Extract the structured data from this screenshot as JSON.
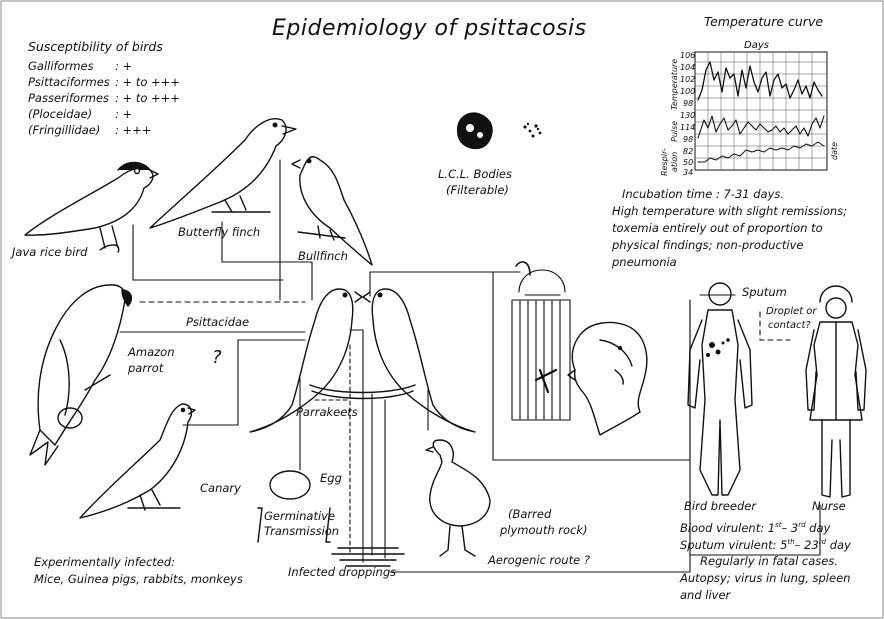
{
  "title": "Epidemiology of psittacosis",
  "susceptibility": {
    "heading": "Susceptibility of birds",
    "rows": [
      {
        "order": "Galliformes",
        "value": ": +"
      },
      {
        "order": "Psittaciformes",
        "value": ": + to +++"
      },
      {
        "order": "Passeriformes",
        "value": ": + to +++"
      },
      {
        "order": "(Ploceidae)",
        "value": ": +"
      },
      {
        "order": "(Fringillidae)",
        "value": ": +++"
      }
    ]
  },
  "birds": {
    "java": "Java rice bird",
    "butterfly": "Butterfly finch",
    "bullfinch": "Bullfinch",
    "psittacidae": "Psittacidae",
    "amazon_1": "Amazon",
    "amazon_2": "parrot",
    "question": "?",
    "parrakeets": "Parrakeets",
    "canary": "Canary",
    "egg": "Egg",
    "germ_1": "Germinative",
    "germ_2": "Transmission",
    "barred_1": "(Barred",
    "barred_2": "plymouth rock)",
    "aerogenic": "Aerogenic route ?",
    "droppings": "Infected droppings"
  },
  "experimental": {
    "line1": "Experimentally infected:",
    "line2": "Mice, Guinea pigs, rabbits, monkeys"
  },
  "lcl": {
    "line1": "L.C.L. Bodies",
    "line2": "(Filterable)"
  },
  "temperature": {
    "title": "Temperature curve",
    "days_label": "Days",
    "axis_temperature": "Temperature",
    "axis_pulse": "Pulse",
    "axis_respiration_1": "Respir-",
    "axis_respiration_2": "ation",
    "ticks": [
      "106",
      "104",
      "102",
      "100",
      "98",
      "130",
      "114",
      "98",
      "82",
      "50",
      "34"
    ],
    "side_label": "date"
  },
  "clinical": [
    "Incubation time : 7-31 days.",
    "High temperature with slight remissions;",
    "toxemia entirely out of proportion to",
    "physical findings; non-productive",
    "pneumonia"
  ],
  "humans": {
    "sputum": "Sputum",
    "droplet_1": "Droplet or",
    "droplet_2": "contact?",
    "breeder": "Bird breeder",
    "nurse": "Nurse"
  },
  "virulence": {
    "blood_pre": "Blood virulent: 1",
    "blood_sup1": "st",
    "blood_mid": "– 3",
    "blood_sup2": "rd",
    "blood_post": " day",
    "sputum_pre": "Sputum virulent: 5",
    "sputum_sup1": "th",
    "sputum_mid": "– 23",
    "sputum_sup2": "rd",
    "sputum_post": " day",
    "fatal": "Regularly in fatal cases.",
    "autopsy_1": "Autopsy; virus in lung, spleen",
    "autopsy_2": "and liver"
  },
  "ink_color": "#111111"
}
